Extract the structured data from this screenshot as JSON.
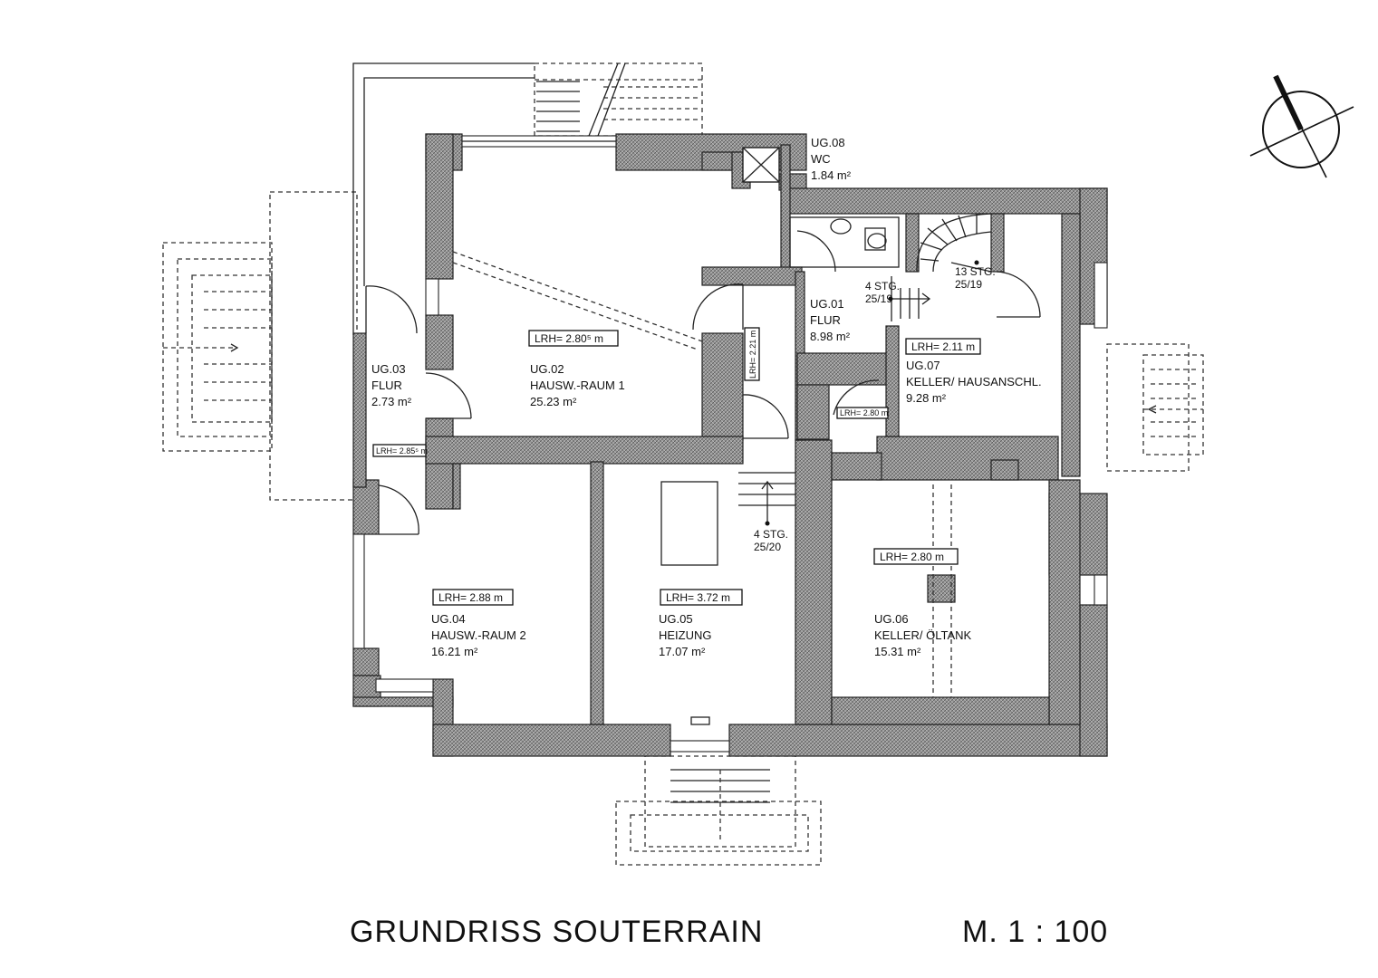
{
  "title": "GRUNDRISS SOUTERRAIN",
  "scale": "M. 1 : 100",
  "rooms": {
    "ug08": {
      "id": "UG.08",
      "name": "WC",
      "area": "1.84 m²"
    },
    "ug01": {
      "id": "UG.01",
      "name": "FLUR",
      "area": "8.98 m²"
    },
    "ug02": {
      "id": "UG.02",
      "name": "HAUSW.-RAUM 1",
      "area": "25.23 m²",
      "lrh": "LRH= 2.80⁵ m"
    },
    "ug03": {
      "id": "UG.03",
      "name": "FLUR",
      "area": "2.73 m²",
      "lrh": "LRH= 2.85⁵ m"
    },
    "ug04": {
      "id": "UG.04",
      "name": "HAUSW.-RAUM 2",
      "area": "16.21 m²",
      "lrh": "LRH= 2.88 m"
    },
    "ug05": {
      "id": "UG.05",
      "name": "HEIZUNG",
      "area": "17.07 m²",
      "lrh": "LRH= 3.72 m"
    },
    "ug06": {
      "id": "UG.06",
      "name": "KELLER/ ÖLTANK",
      "area": "15.31 m²",
      "lrh": "LRH= 2.80 m"
    },
    "ug07": {
      "id": "UG.07",
      "name": "KELLER/ HAUSANSCHL.",
      "area": "9.28 m²",
      "lrh": "LRH= 2.11 m"
    }
  },
  "extra_lrh": {
    "a": "LRH= 2.21 m",
    "b": "LRH= 2.80 m"
  },
  "stairs": {
    "s1": {
      "count": "13 STG.",
      "ratio": "25/19"
    },
    "s2": {
      "count": "4 STG.",
      "ratio": "25/19"
    },
    "s3": {
      "count": "4 STG.",
      "ratio": "25/20"
    }
  },
  "north_arrow": "north-arrow-icon"
}
